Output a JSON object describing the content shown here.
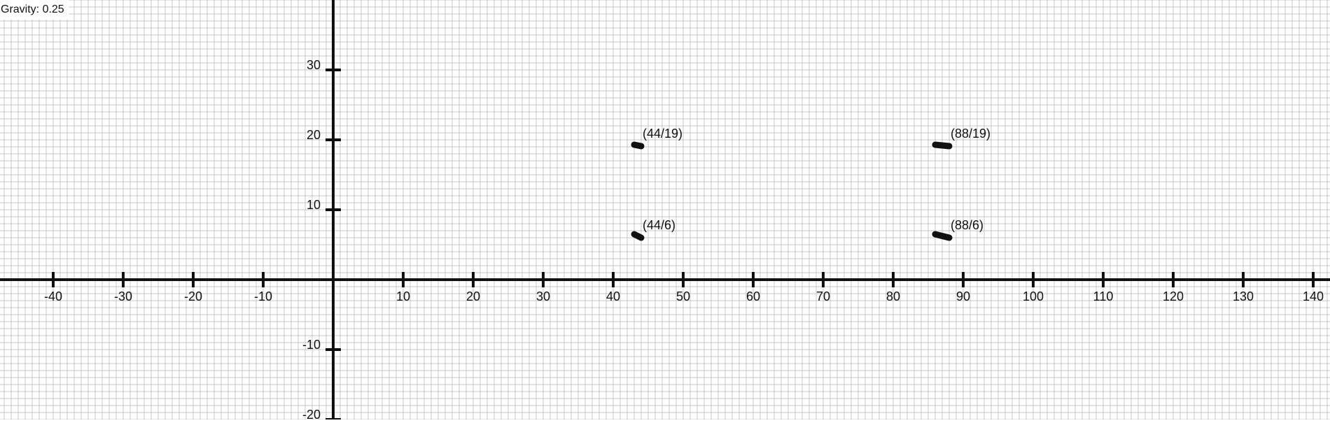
{
  "status": {
    "gravity_label": "Gravity: 0.25"
  },
  "axes": {
    "x_range": [
      -47.5,
      142.5
    ],
    "y_range": [
      -20,
      40
    ],
    "minor_grid_step": 1,
    "major_tick_step": 10,
    "x_tick_labels": [
      -40,
      -30,
      -20,
      -10,
      10,
      20,
      30,
      40,
      50,
      60,
      70,
      80,
      90,
      100,
      110,
      120,
      130,
      140
    ],
    "y_tick_labels": [
      -20,
      -10,
      10,
      20,
      30
    ]
  },
  "segments": [
    {
      "label": "(44/19)",
      "from": [
        43,
        19.3
      ],
      "to": [
        44,
        19.1
      ]
    },
    {
      "label": "(88/19)",
      "from": [
        86,
        19.3
      ],
      "to": [
        88,
        19.1
      ]
    },
    {
      "label": "(44/6)",
      "from": [
        43,
        6.5
      ],
      "to": [
        44,
        6
      ]
    },
    {
      "label": "(88/6)",
      "from": [
        86,
        6.5
      ],
      "to": [
        88,
        6
      ]
    }
  ],
  "colors": {
    "grid": "#b4b4b4",
    "axis": "#111111",
    "segment": "#111111"
  }
}
